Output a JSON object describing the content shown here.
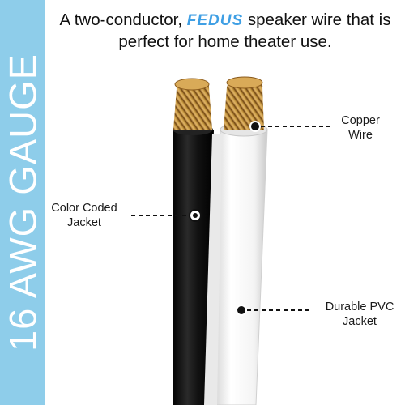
{
  "side_band": {
    "text": "16 AWG GAUGE",
    "color": "#8ecdea"
  },
  "headline": {
    "before": "A two-conductor,",
    "brand": "FEDUS",
    "after_line1": "speaker wire that is",
    "line2": "perfect for home theater use."
  },
  "labels": {
    "copper_wire": {
      "line1": "Copper",
      "line2": "Wire"
    },
    "color_coded": {
      "line1": "Color Coded",
      "line2": "Jacket"
    },
    "durable_pvc": {
      "line1": "Durable PVC",
      "line2": "Jacket"
    }
  },
  "colors": {
    "brand": "#3f9fe4",
    "black_jacket": "#1c1c1c",
    "white_jacket": "#f7f7f7",
    "copper": "#c89a42"
  }
}
